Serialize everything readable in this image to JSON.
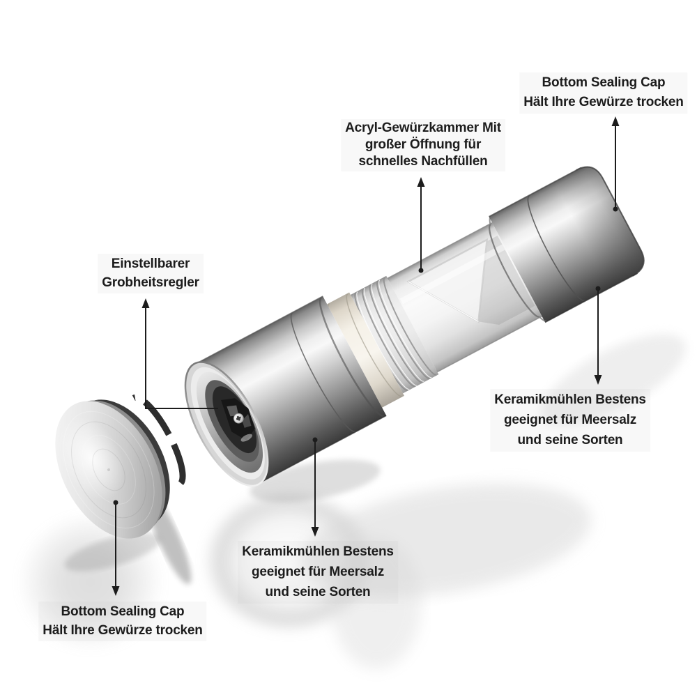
{
  "background_color": "#ffffff",
  "text_color": "#1c1c1c",
  "arrow_color": "#1c1c1c",
  "product_colors": {
    "steel_highlight": "#f8f8f8",
    "steel_shadow": "#3b3b3b",
    "acrylic_chamber": "#fafafa",
    "ceramic_collar": "#f5f1e8",
    "grinder_cavity": "#282828"
  },
  "labels": {
    "bottom_cap_top": {
      "lines": [
        "Bottom Sealing Cap",
        "Hält Ihre Gewürze trocken"
      ]
    },
    "acrylic_chamber": {
      "lines": [
        "Acryl-Gewürzkammer Mit",
        "großer Öffnung für",
        "schnelles Nachfüllen"
      ]
    },
    "coarseness_adjuster": {
      "lines": [
        "Einstellbarer",
        "Grobheitsregler"
      ]
    },
    "ceramic_mill_right": {
      "lines": [
        "Keramikmühlen Bestens",
        "geeignet für Meersalz",
        "und seine Sorten"
      ]
    },
    "ceramic_mill_bottom": {
      "lines": [
        "Keramikmühlen Bestens",
        "geeignet für Meersalz",
        "und seine Sorten"
      ]
    },
    "bottom_cap_lower": {
      "lines": [
        "Bottom Sealing Cap",
        "Hält Ihre Gewürze trocken"
      ]
    }
  }
}
